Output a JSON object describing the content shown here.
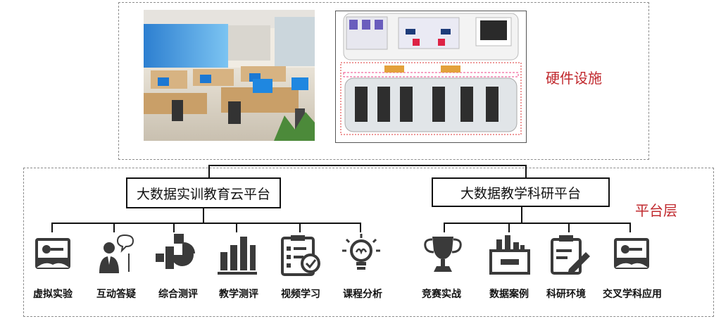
{
  "hardware": {
    "label": "硬件设施"
  },
  "platform": {
    "label": "平台层",
    "left_platform": "大数据实训教育云平台",
    "right_platform": "大数据教学科研平台"
  },
  "modules": [
    {
      "name": "虚拟实验",
      "icon": "virtual-lab-icon"
    },
    {
      "name": "互动答疑",
      "icon": "qa-icon"
    },
    {
      "name": "综合测评",
      "icon": "assessment-icon"
    },
    {
      "name": "教学测评",
      "icon": "bar-chart-icon"
    },
    {
      "name": "视频学习",
      "icon": "checklist-icon"
    },
    {
      "name": "课程分析",
      "icon": "lightbulb-icon"
    },
    {
      "name": "竞赛实战",
      "icon": "trophy-icon"
    },
    {
      "name": "数据案例",
      "icon": "data-case-icon"
    },
    {
      "name": "科研环境",
      "icon": "research-icon"
    },
    {
      "name": "交叉学科应用",
      "icon": "cross-discipline-icon"
    }
  ],
  "colors": {
    "accent_red": "#c0282d",
    "icon_dark": "#3a3a3a"
  }
}
